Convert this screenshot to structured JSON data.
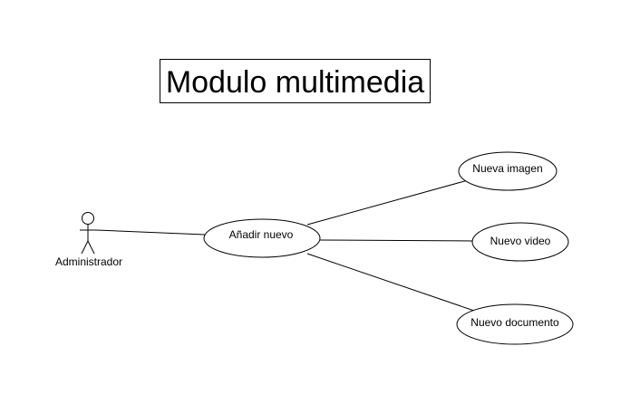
{
  "diagram": {
    "title": "Modulo multimedia",
    "actor": {
      "name": "Administrador"
    },
    "use_cases": {
      "main": "Añadir nuevo",
      "image": "Nueva imagen",
      "video": "Nuevo video",
      "document": "Nuevo documento"
    }
  }
}
